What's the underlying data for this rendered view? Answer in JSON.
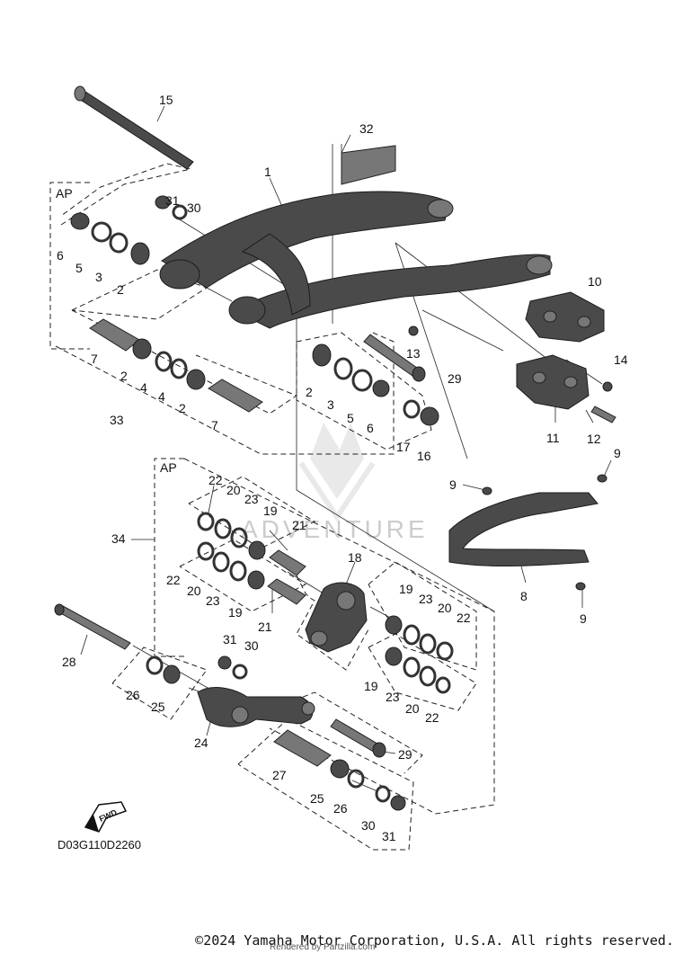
{
  "diagram": {
    "code": "D03G110D2260",
    "copyright": "©2024 Yamaha Motor Corporation, U.S.A. All rights reserved.",
    "rendered_by": "Rendered by Partzilla.com",
    "watermark": "ADVENTURE",
    "fwd_label": "FWD",
    "ap_labels": [
      "AP",
      "AP"
    ],
    "callouts": [
      {
        "id": "c15",
        "text": "15"
      },
      {
        "id": "c32",
        "text": "32"
      },
      {
        "id": "c1",
        "text": "1"
      },
      {
        "id": "c31a",
        "text": "31"
      },
      {
        "id": "c30a",
        "text": "30"
      },
      {
        "id": "c6a",
        "text": "6"
      },
      {
        "id": "c5a",
        "text": "5"
      },
      {
        "id": "c3a",
        "text": "3"
      },
      {
        "id": "c2a",
        "text": "2"
      },
      {
        "id": "c10",
        "text": "10"
      },
      {
        "id": "c14",
        "text": "14"
      },
      {
        "id": "c11",
        "text": "11"
      },
      {
        "id": "c12",
        "text": "12"
      },
      {
        "id": "c13",
        "text": "13"
      },
      {
        "id": "c29a",
        "text": "29"
      },
      {
        "id": "c7a",
        "text": "7"
      },
      {
        "id": "c2b",
        "text": "2"
      },
      {
        "id": "c4a",
        "text": "4"
      },
      {
        "id": "c4b",
        "text": "4"
      },
      {
        "id": "c2c",
        "text": "2"
      },
      {
        "id": "c7b",
        "text": "7"
      },
      {
        "id": "c33",
        "text": "33"
      },
      {
        "id": "c2d",
        "text": "2"
      },
      {
        "id": "c3b",
        "text": "3"
      },
      {
        "id": "c5b",
        "text": "5"
      },
      {
        "id": "c6b",
        "text": "6"
      },
      {
        "id": "c17",
        "text": "17"
      },
      {
        "id": "c16",
        "text": "16"
      },
      {
        "id": "c9a",
        "text": "9"
      },
      {
        "id": "c9b",
        "text": "9"
      },
      {
        "id": "c8",
        "text": "8"
      },
      {
        "id": "c9c",
        "text": "9"
      },
      {
        "id": "c22a",
        "text": "22"
      },
      {
        "id": "c20a",
        "text": "20"
      },
      {
        "id": "c23a",
        "text": "23"
      },
      {
        "id": "c19a",
        "text": "19"
      },
      {
        "id": "c21a",
        "text": "21"
      },
      {
        "id": "c34",
        "text": "34"
      },
      {
        "id": "c22b",
        "text": "22"
      },
      {
        "id": "c20b",
        "text": "20"
      },
      {
        "id": "c23b",
        "text": "23"
      },
      {
        "id": "c19b",
        "text": "19"
      },
      {
        "id": "c21b",
        "text": "21"
      },
      {
        "id": "c18",
        "text": "18"
      },
      {
        "id": "c19c",
        "text": "19"
      },
      {
        "id": "c23c",
        "text": "23"
      },
      {
        "id": "c20c",
        "text": "20"
      },
      {
        "id": "c22c",
        "text": "22"
      },
      {
        "id": "c19d",
        "text": "19"
      },
      {
        "id": "c23d",
        "text": "23"
      },
      {
        "id": "c20d",
        "text": "20"
      },
      {
        "id": "c22d",
        "text": "22"
      },
      {
        "id": "c28",
        "text": "28"
      },
      {
        "id": "c31b",
        "text": "31"
      },
      {
        "id": "c30b",
        "text": "30"
      },
      {
        "id": "c26a",
        "text": "26"
      },
      {
        "id": "c25a",
        "text": "25"
      },
      {
        "id": "c24",
        "text": "24"
      },
      {
        "id": "c29b",
        "text": "29"
      },
      {
        "id": "c27",
        "text": "27"
      },
      {
        "id": "c25b",
        "text": "25"
      },
      {
        "id": "c26b",
        "text": "26"
      },
      {
        "id": "c30c",
        "text": "30"
      },
      {
        "id": "c31c",
        "text": "31"
      }
    ]
  }
}
